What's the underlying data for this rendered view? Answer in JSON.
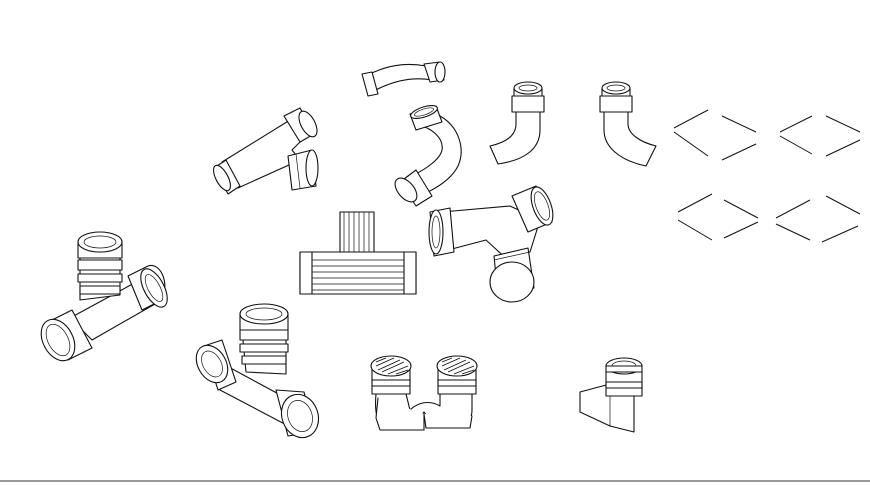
{
  "drawing": {
    "background": "#ffffff",
    "line_color": "#111111",
    "fittings": [
      {
        "id": "tee-left",
        "icon": "pipe-tee-with-capped-branch"
      },
      {
        "id": "wye-top",
        "icon": "pipe-wye-branch"
      },
      {
        "id": "bend-top-small",
        "icon": "pipe-bend-short"
      },
      {
        "id": "bend-s",
        "icon": "pipe-double-bend"
      },
      {
        "id": "elbow-right-a",
        "icon": "pipe-elbow-with-socket"
      },
      {
        "id": "elbow-right-b",
        "icon": "pipe-elbow-with-socket"
      },
      {
        "id": "manifold-center",
        "icon": "pipe-manifold-plan"
      },
      {
        "id": "tee-center-right",
        "icon": "pipe-tee-with-capped-run"
      },
      {
        "id": "tee-bottom-left",
        "icon": "pipe-tee-with-capped-branch"
      },
      {
        "id": "double-trap",
        "icon": "pipe-double-trap-with-grates"
      },
      {
        "id": "elbow-bottom-right",
        "icon": "pipe-elbow-with-socket"
      },
      {
        "id": "diamond-outline-grid",
        "icon": "dashed-diamond-outlines"
      }
    ]
  }
}
